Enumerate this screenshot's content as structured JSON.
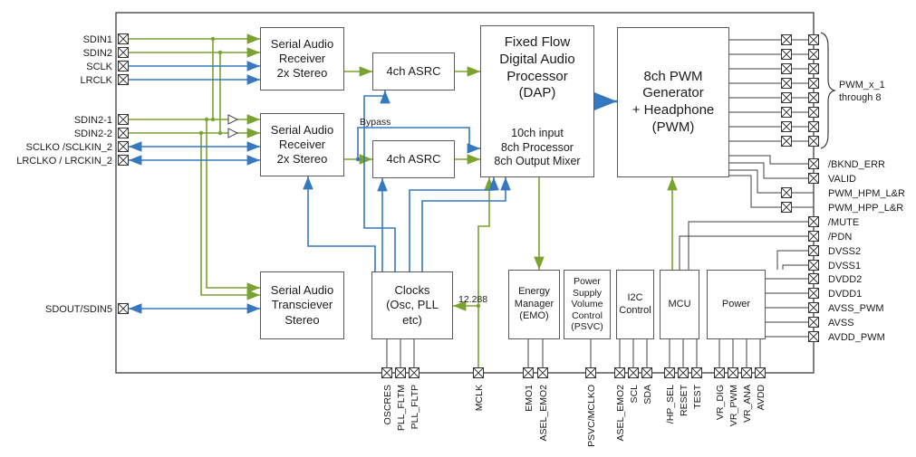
{
  "chip": {
    "blocks": {
      "serial_audio_receiver_1": "Serial Audio\nReceiver\n2x Stereo",
      "asrc_1": "4ch ASRC",
      "serial_audio_receiver_2": "Serial Audio\nReceiver\n2x Stereo",
      "asrc_2": "4ch ASRC",
      "dap_title": "Fixed Flow\nDigital Audio\nProcessor\n(DAP)",
      "dap_detail": "10ch input\n8ch Processor\n8ch Output Mixer",
      "pwm_generator": "8ch PWM\nGenerator\n+ Headphone\n(PWM)",
      "transceiver": "Serial Audio\nTransciever\nStereo",
      "clocks": "Clocks\n(Osc, PLL\netc)",
      "energy_manager": "Energy\nManager\n(EMO)",
      "psvc": "Power\nSupply\nVolume\nControl\n(PSVC)",
      "i2c": "I2C\nControl",
      "mcu": "MCU",
      "power": "Power"
    },
    "pins_left": [
      {
        "label": "SDIN1"
      },
      {
        "label": "SDIN2"
      },
      {
        "label": "SCLK"
      },
      {
        "label": "LRCLK"
      },
      {
        "label": "SDIN2-1"
      },
      {
        "label": "SDIN2-2"
      },
      {
        "label": "SCLKO /SCLKIN_2"
      },
      {
        "label": "LRCLKO / LRCKIN_2"
      },
      {
        "label": "SDOUT/SDIN5"
      }
    ],
    "pwm_bus": {
      "line1": "PWM_x_1",
      "line2": "through 8"
    },
    "pins_right": [
      {
        "label": "/BKND_ERR"
      },
      {
        "label": "VALID"
      },
      {
        "label": "PWM_HPM_L&R"
      },
      {
        "label": "PWM_HPP_L&R"
      },
      {
        "label": "/MUTE"
      },
      {
        "label": "/PDN"
      },
      {
        "label": "DVSS2"
      },
      {
        "label": "DVSS1"
      },
      {
        "label": "DVDD2"
      },
      {
        "label": "DVDD1"
      },
      {
        "label": "AVSS_PWM"
      },
      {
        "label": "AVSS"
      },
      {
        "label": "AVDD_PWM"
      }
    ],
    "pins_bottom": [
      {
        "label": "OSCRES"
      },
      {
        "label": "PLL_FLTM"
      },
      {
        "label": "PLL_FLTP"
      },
      {
        "label": "MCLK"
      },
      {
        "label": "EMO1"
      },
      {
        "label": "ASEL_EMO2"
      },
      {
        "label": "PSVC/MCLKO"
      },
      {
        "label": "ASEL_EMO2"
      },
      {
        "label": "SCL"
      },
      {
        "label": "SDA"
      },
      {
        "label": "/HP_SEL"
      },
      {
        "label": "RESET"
      },
      {
        "label": "TEST"
      },
      {
        "label": "VR_DIG"
      },
      {
        "label": "VR_PWM"
      },
      {
        "label": "VR_ANA"
      },
      {
        "label": "AVDD"
      }
    ],
    "annotations": {
      "bypass": "Bypass",
      "mclk_freq": "12.288"
    },
    "colors": {
      "audio_path": "#7aa22e",
      "clock_path": "#3578c0",
      "wire": "#3f3f3f"
    }
  }
}
